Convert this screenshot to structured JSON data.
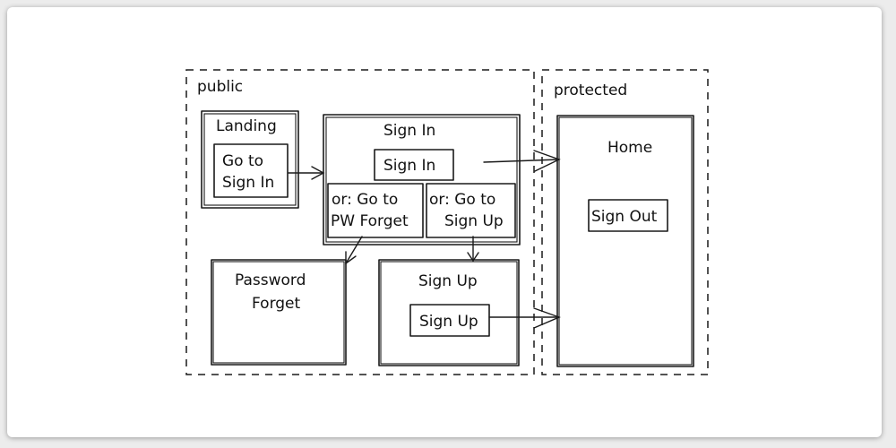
{
  "zones": {
    "public": "public",
    "protected": "protected"
  },
  "landing": {
    "title": "Landing",
    "button_line1": "Go to",
    "button_line2": "Sign In"
  },
  "sign_in": {
    "title": "Sign In",
    "button": "Sign In",
    "forgot_line1": "or: Go to",
    "forgot_line2": "PW Forget",
    "signup_line1": "or: Go to",
    "signup_line2": "Sign Up"
  },
  "password_forget": {
    "title_line1": "Password",
    "title_line2": "Forget"
  },
  "sign_up": {
    "title": "Sign Up",
    "button": "Sign Up"
  },
  "home": {
    "title": "Home",
    "button": "Sign Out"
  }
}
